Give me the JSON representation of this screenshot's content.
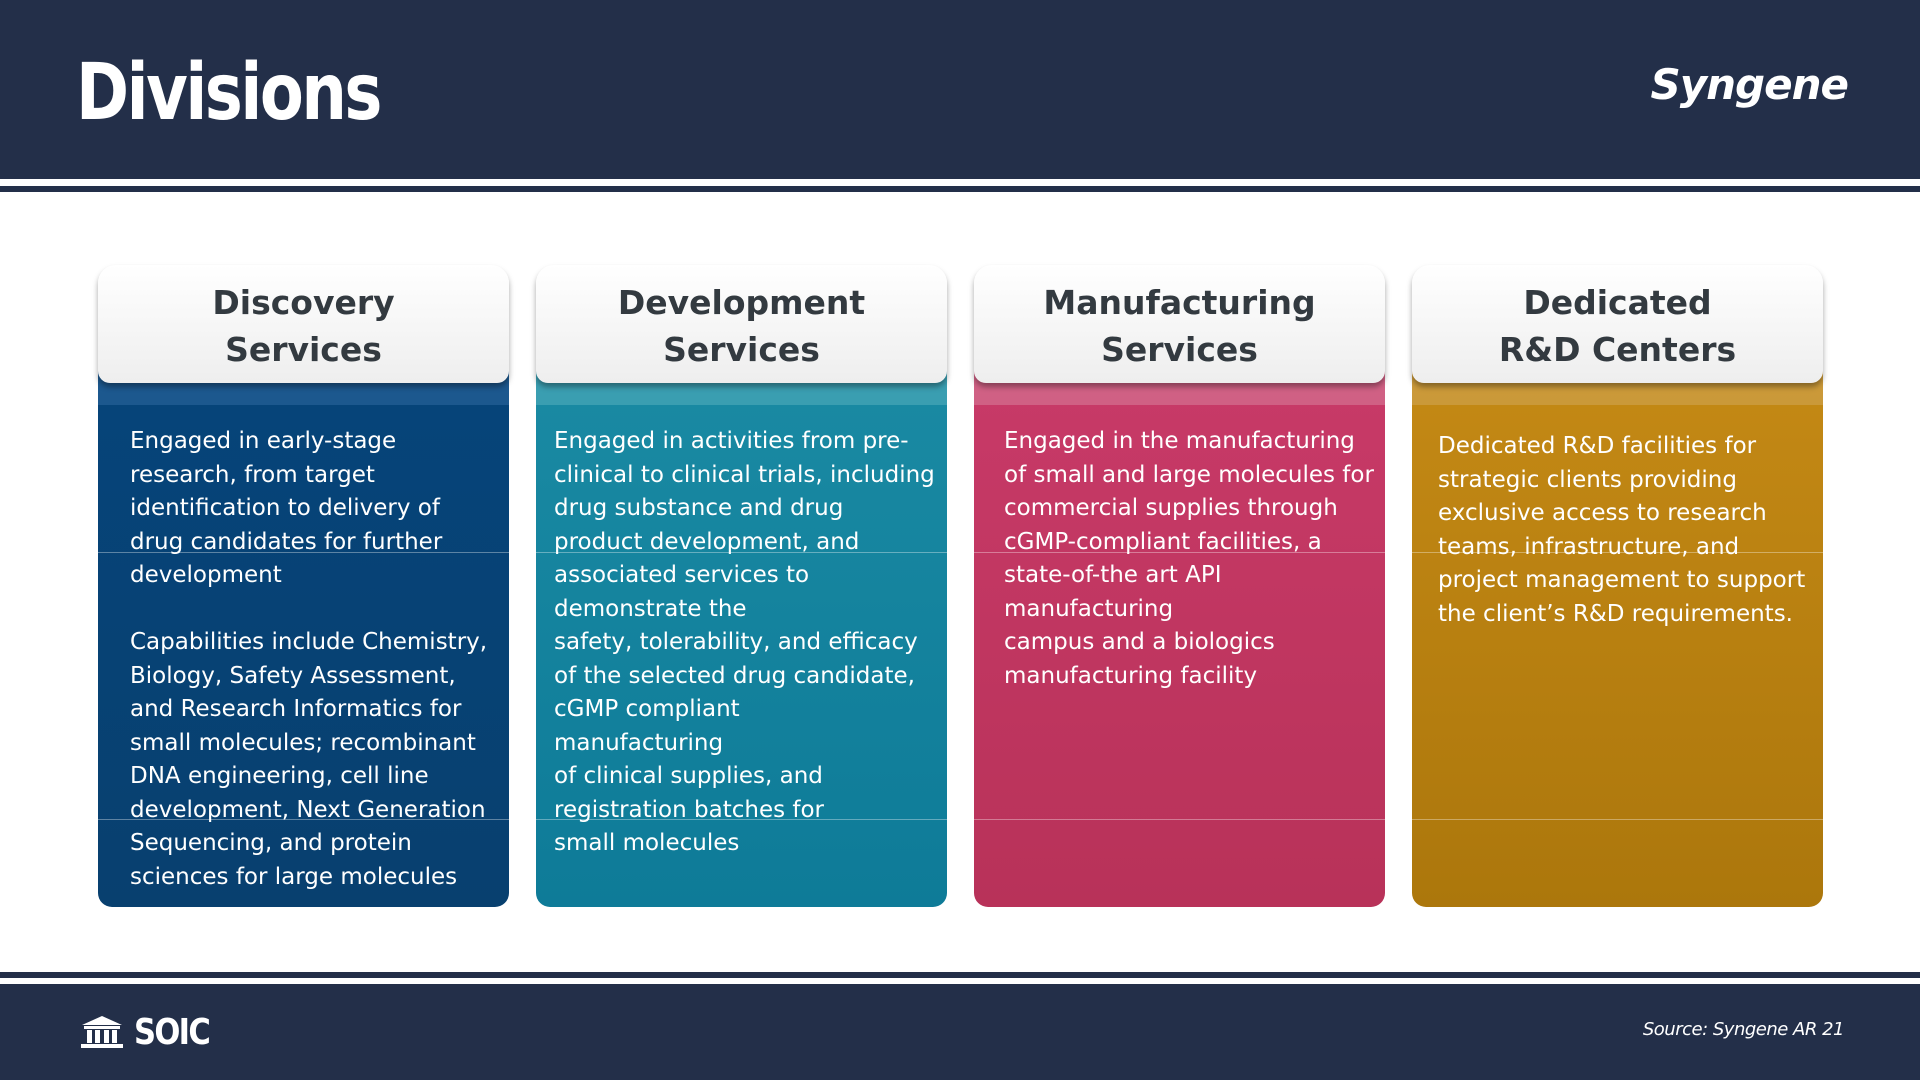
{
  "header": {
    "title": "Divisions",
    "brand": "Syngene"
  },
  "cards": [
    {
      "title": "Discovery\nServices",
      "text": "Engaged in early-stage research, from target identification to delivery of drug candidates for further development\n\nCapabilities include Chemistry, Biology, Safety Assessment, and Research Informatics for small molecules; recombinant DNA engineering, cell line development, Next Generation Sequencing, and protein sciences for large molecules",
      "color": "#06447a"
    },
    {
      "title": "Development\nServices",
      "text": "Engaged in activities from pre-clinical to clinical trials, including drug substance and drug product development, and associated services to demonstrate the\nsafety, tolerability, and efficacy of the selected drug candidate, cGMP compliant\nmanufacturing\nof clinical supplies, and registration batches for\nsmall molecules",
      "color": "#1a8aa3"
    },
    {
      "title": "Manufacturing\nServices",
      "text": "Engaged in the manufacturing of small and large molecules for commercial supplies through cGMP-compliant facilities, a state-of-the art API manufacturing\ncampus and a biologics manufacturing facility",
      "color": "#c83a68"
    },
    {
      "title": "Dedicated\nR&D Centers",
      "text": "Dedicated R&D facilities for strategic  clients providing exclusive access to research teams, infrastructure, and project management to support the client’s R&D requirements.",
      "color": "#c48915"
    }
  ],
  "footer": {
    "logo_text": "SOIC",
    "source": "Source: Syngene AR 21"
  }
}
